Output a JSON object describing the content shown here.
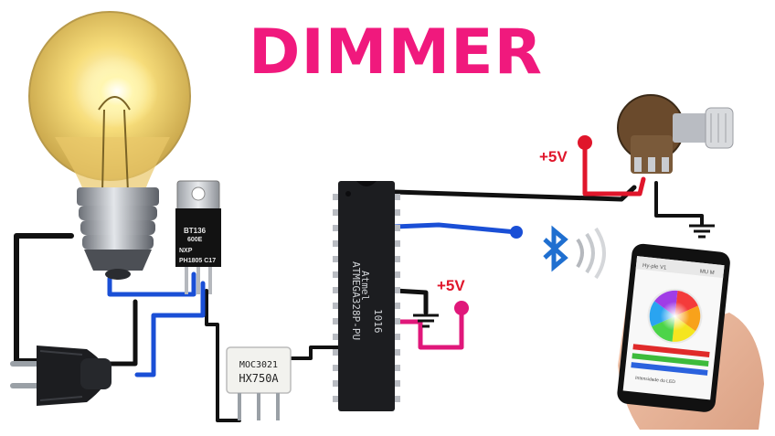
{
  "title": "DIMMER",
  "triac": {
    "line1": "BT136",
    "line2": "600E",
    "line3": "NXP",
    "line4": "PH1805 C17"
  },
  "optocoupler": {
    "line1": "MOC3021",
    "line2": "HX750A"
  },
  "mcu": {
    "brand": "Atmel",
    "part": "ATMEGA328P-PU",
    "code": "1016"
  },
  "supply_labels": {
    "pot_vcc": "+5V",
    "mcu_vcc": "+5V"
  },
  "phone": {
    "tab_left": "Hy-ple V1",
    "tab_right": "MU M",
    "bar_caption": "Intensidade do LED"
  },
  "colors": {
    "title": "#f0197d",
    "plus5v": "#e0162b",
    "wire_blue": "#1a4fd6",
    "wire_red": "#e0162b",
    "wire_pink": "#e0177a",
    "bluetooth": "#1f6fd0"
  },
  "icons": [
    "bulb-icon",
    "triac-icon",
    "plug-icon",
    "potentiometer-icon",
    "bluetooth-icon",
    "ground-icon",
    "phone-icon"
  ]
}
